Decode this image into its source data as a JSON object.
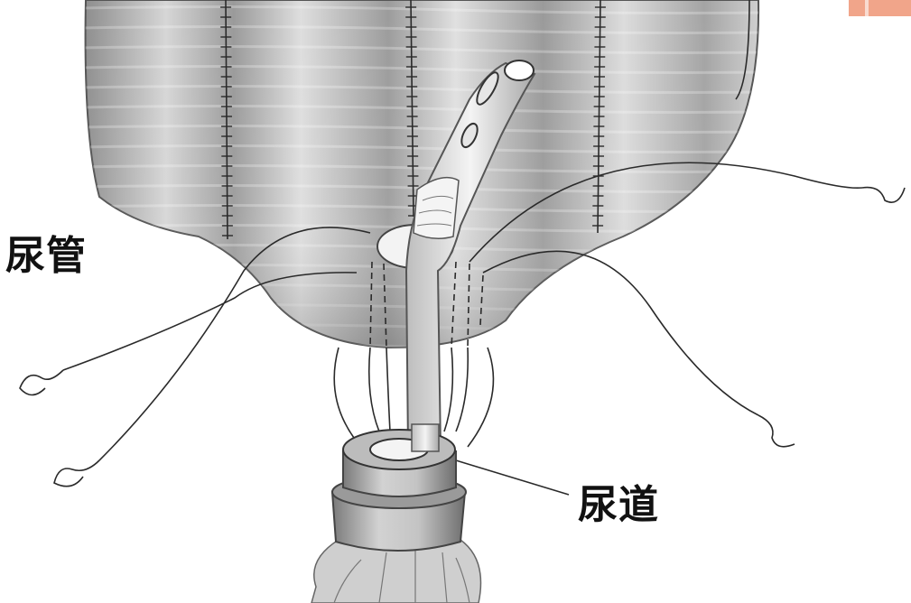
{
  "labels": {
    "ureter": "尿管",
    "urethra": "尿道"
  },
  "colors": {
    "background": "#ffffff",
    "pouch_light": "#d8d8d8",
    "pouch_dark": "#8c8c8c",
    "suture": "#2a2a2a",
    "label": "#111111",
    "corner_accent": "#f1a58a"
  },
  "icons": {
    "neobladder_pouch": "neobladder-pouch-illustration",
    "catheter": "catheter-tube",
    "urethral_stump": "urethral-stump"
  }
}
